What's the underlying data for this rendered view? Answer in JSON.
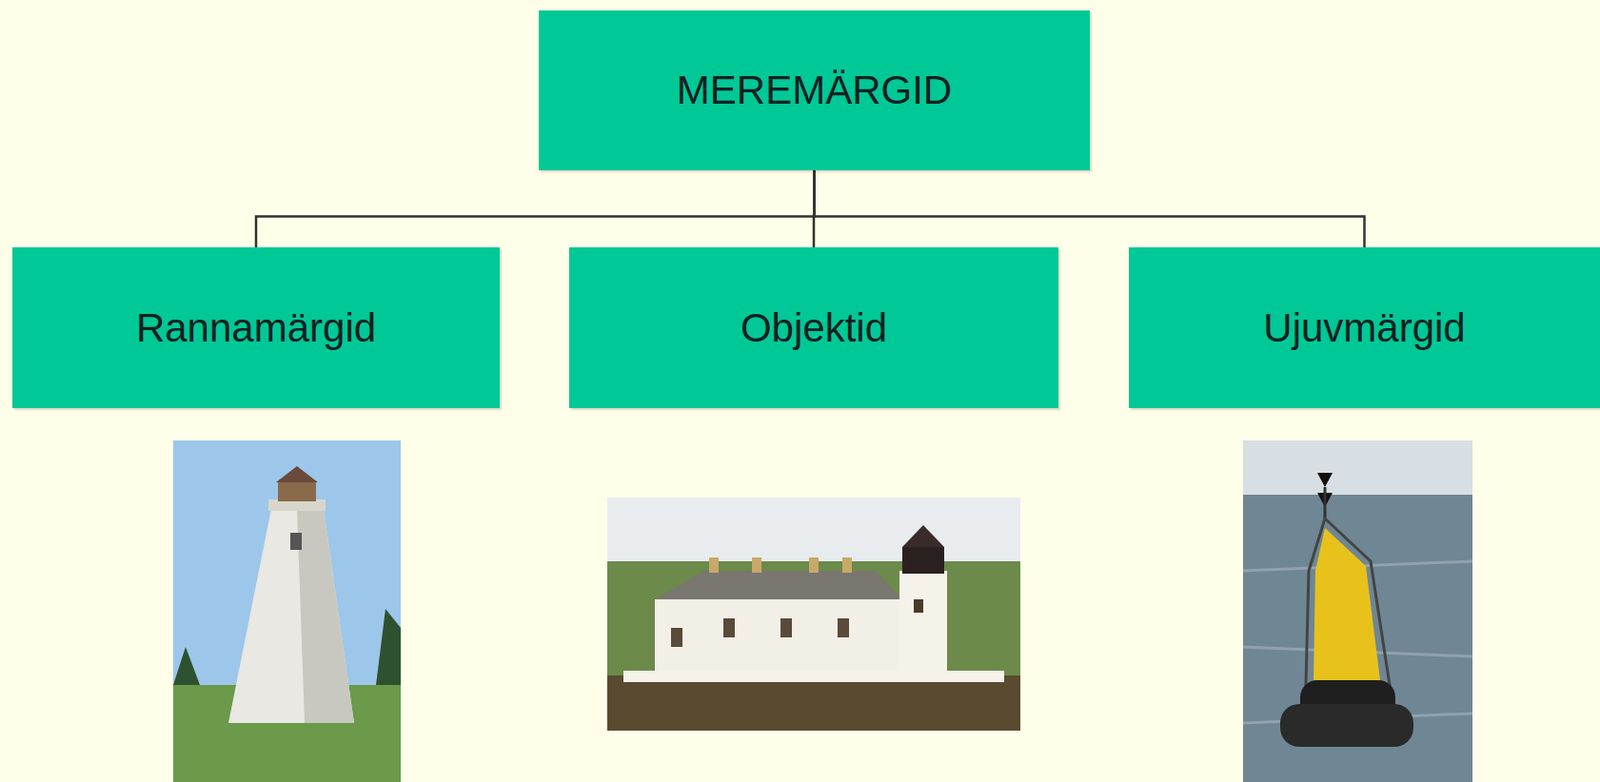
{
  "diagram": {
    "nodes": [
      {
        "text": [
          "MEREMÄRGID"
        ]
      },
      {
        "text": [
          "Rannamärgid"
        ]
      },
      {
        "text": [
          "Objektid"
        ]
      },
      {
        "text": [
          "Ujuvmärgid"
        ]
      }
    ],
    "edges": [
      {
        "from": 0,
        "to": 1,
        "arrow": "none"
      },
      {
        "from": 0,
        "to": 2,
        "arrow": "none"
      },
      {
        "from": 0,
        "to": 3,
        "arrow": "none"
      }
    ]
  }
}
